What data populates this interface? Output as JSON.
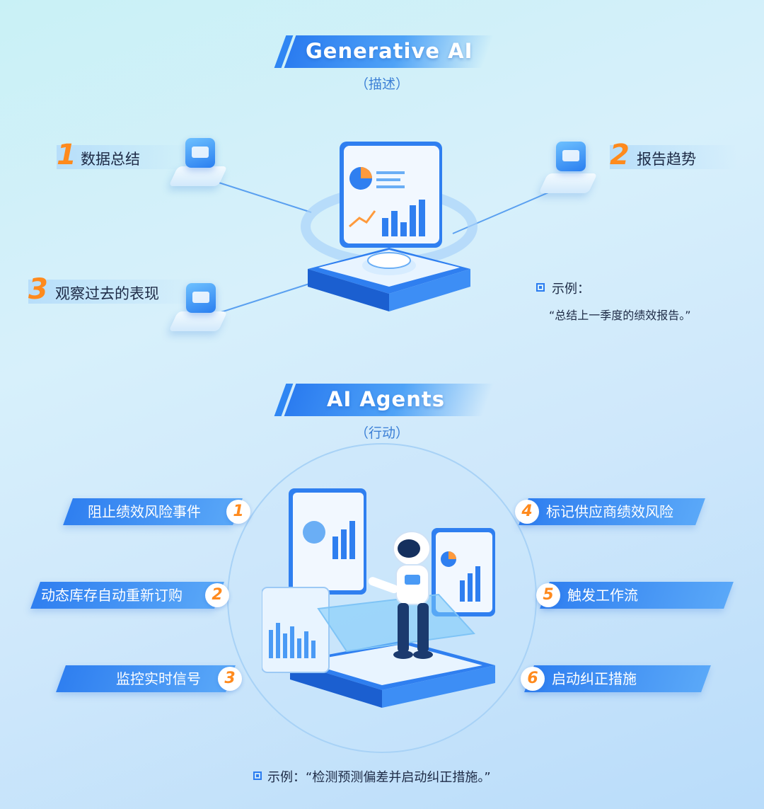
{
  "generative_ai": {
    "title": "Generative AI",
    "subtitle": "（描述）",
    "items": [
      {
        "num": "1",
        "label": "数据总结"
      },
      {
        "num": "2",
        "label": "报告趋势"
      },
      {
        "num": "3",
        "label": "观察过去的表现"
      }
    ],
    "example_label": "示例：",
    "example_text": "“总结上一季度的绩效报告。”"
  },
  "ai_agents": {
    "title": "AI Agents",
    "subtitle": "（行动）",
    "items": [
      {
        "num": "1",
        "label": "阻止绩效风险事件"
      },
      {
        "num": "2",
        "label": "动态库存自动重新订购"
      },
      {
        "num": "3",
        "label": "监控实时信号"
      },
      {
        "num": "4",
        "label": "标记供应商绩效风险"
      },
      {
        "num": "5",
        "label": "触发工作流"
      },
      {
        "num": "6",
        "label": "启动纠正措施"
      }
    ],
    "example_text": "示例：“检测预测偏差并启动纠正措施。”"
  },
  "colors": {
    "accent": "#2b7cf0",
    "number": "#ff8a1d",
    "background": "#d3eefa"
  },
  "icons": [
    "chat-bubble-icon",
    "report-icon",
    "document-icon",
    "dashboard-platform-illustration",
    "robot-illustration"
  ]
}
